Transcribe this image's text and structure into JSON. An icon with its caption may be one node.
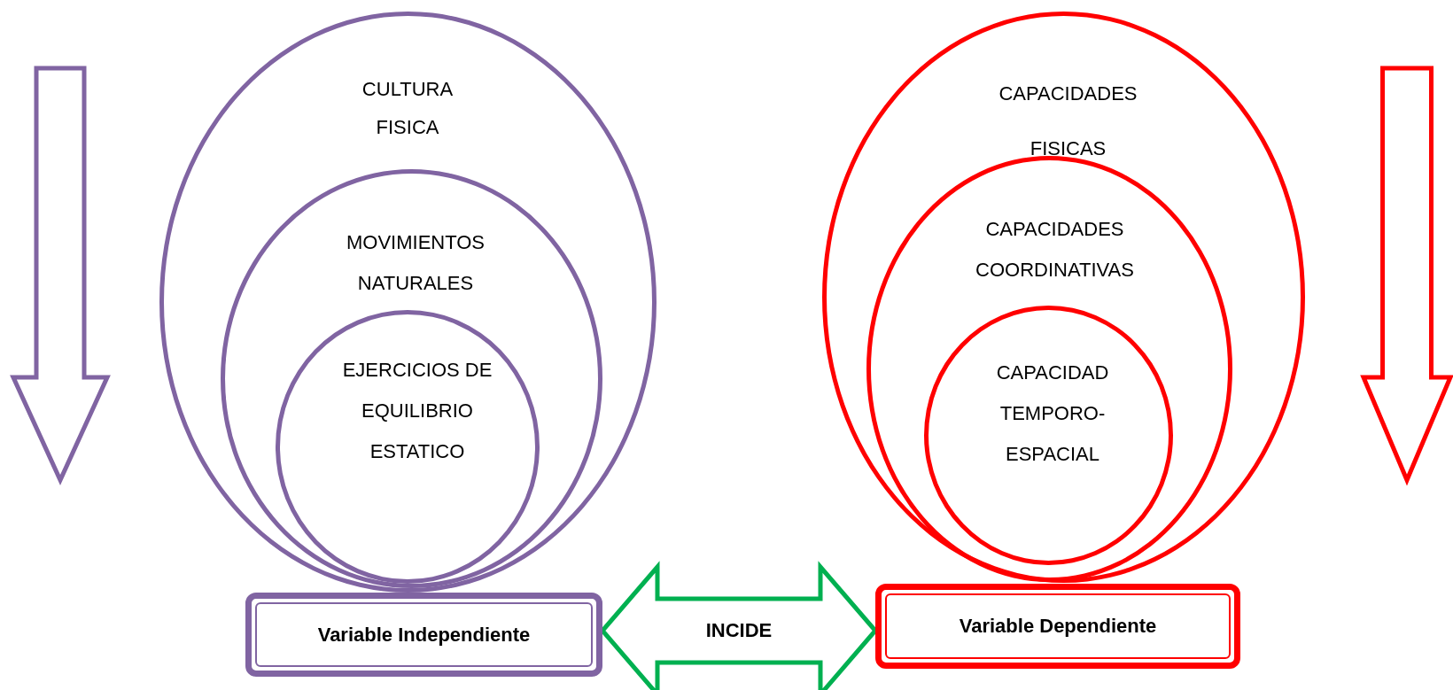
{
  "diagram": {
    "nodes": [
      {
        "text": [
          "CULTURA FISICA"
        ]
      },
      {
        "text": [
          "MOVIMIENTOS NATURALES"
        ],
        "in": 0
      },
      {
        "text": [
          "EJERCICIOS DE EQUILIBRIO ESTATICO"
        ],
        "in": 1
      },
      {
        "text": [
          "Variable Independiente"
        ]
      },
      {
        "text": [
          "CAPACIDADES FISICAS"
        ]
      },
      {
        "text": [
          "CAPACIDADES COORDINATIVAS"
        ],
        "in": 4
      },
      {
        "text": [
          "CAPACIDAD TEMPORO-ESPACIAL"
        ],
        "in": 5
      },
      {
        "text": [
          "Variable Dependiente"
        ]
      }
    ],
    "edges": [
      {
        "from": 3,
        "to": 7,
        "arrow": "both",
        "label": "INCIDE",
        "style": "thick",
        "color": "#00b050"
      }
    ]
  }
}
